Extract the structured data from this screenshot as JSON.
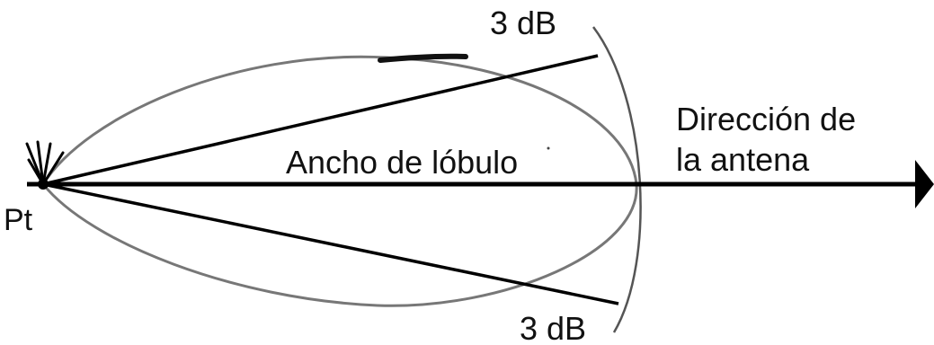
{
  "diagram": {
    "labels": {
      "top_3db": "3 dB",
      "bottom_3db": "3 dB",
      "beamwidth": "Ancho de lóbulo",
      "direction_line1": "Dirección de",
      "direction_line2": "la antena",
      "source": "Pt"
    },
    "colors": {
      "main_line": "#000000",
      "lobe_curve": "#777777",
      "arc": "#555555",
      "text": "#111111"
    }
  }
}
